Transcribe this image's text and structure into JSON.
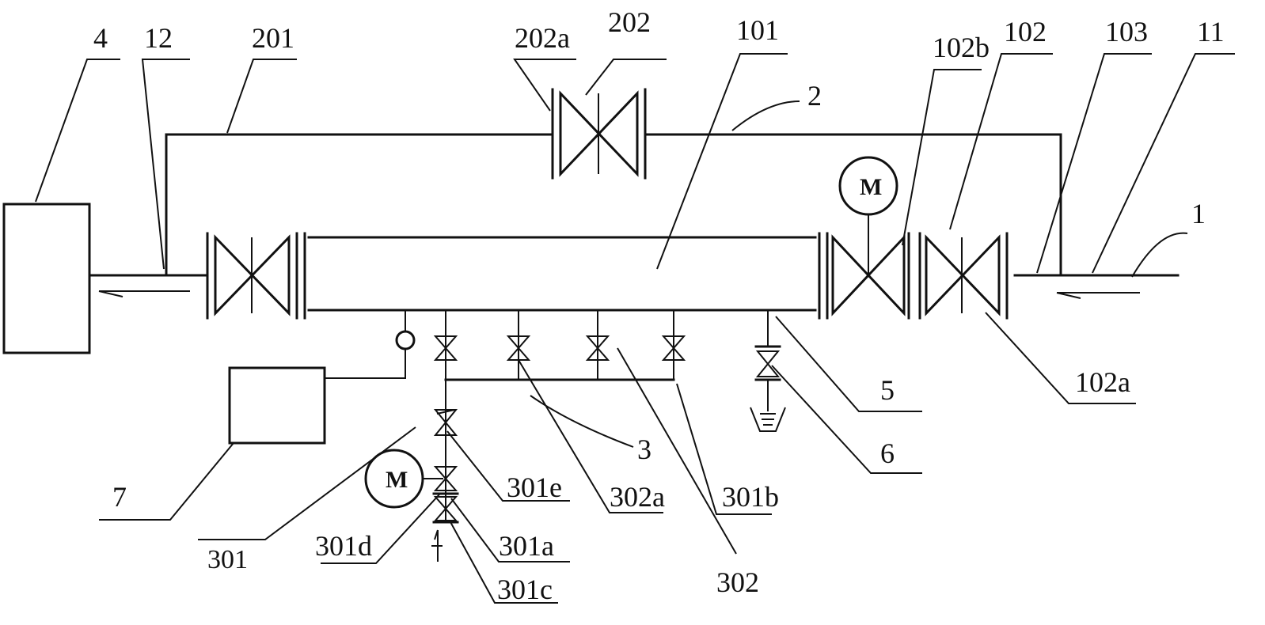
{
  "labels": {
    "l4": "4",
    "l12": "12",
    "l201": "201",
    "l202a": "202a",
    "l202": "202",
    "l101": "101",
    "l102b": "102b",
    "l102": "102",
    "l103": "103",
    "l11": "11",
    "l2": "2",
    "l1": "1",
    "l102a": "102a",
    "l5": "5",
    "l6": "6",
    "l3": "3",
    "l7": "7",
    "l301": "301",
    "l301e": "301e",
    "l302a": "302a",
    "l301b": "301b",
    "l302": "302",
    "l301d": "301d",
    "l301a": "301a",
    "l301c": "301c"
  },
  "motor_label": "M",
  "colors": {
    "stroke": "#111111",
    "background": "#ffffff"
  }
}
